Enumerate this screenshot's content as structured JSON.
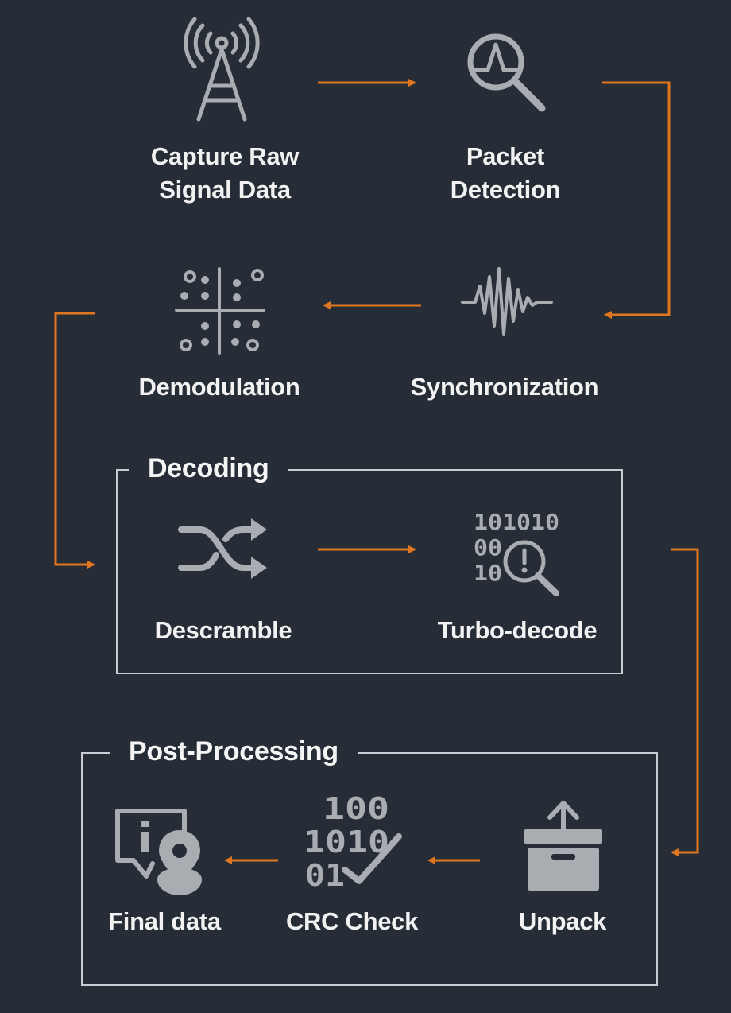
{
  "colors": {
    "background": "#262d36",
    "arrow": "#e0761f",
    "icon": "#a9acb0",
    "text": "#f2f2f2",
    "box": "#c9ccd0"
  },
  "steps": {
    "capture": {
      "line1": "Capture Raw",
      "line2": "Signal Data",
      "icon": "antenna-tower-icon"
    },
    "detection": {
      "line1": "Packet",
      "line2": "Detection",
      "icon": "magnifier-peak-icon"
    },
    "synchronization": {
      "label": "Synchronization",
      "icon": "waveform-icon"
    },
    "demodulation": {
      "label": "Demodulation",
      "icon": "constellation-icon"
    },
    "descramble": {
      "label": "Descramble",
      "icon": "shuffle-icon"
    },
    "turbo_decode": {
      "label": "Turbo-decode",
      "icon": "binary-inspect-icon"
    },
    "unpack": {
      "label": "Unpack",
      "icon": "unpack-box-icon"
    },
    "crc_check": {
      "label": "CRC Check",
      "icon": "binary-check-icon"
    },
    "final_data": {
      "label": "Final data",
      "icon": "info-location-icon"
    }
  },
  "groups": {
    "decoding": {
      "title": "Decoding"
    },
    "post_processing": {
      "title": "Post-Processing"
    }
  },
  "icon_glyphs": {
    "turbo_row1": "101010",
    "turbo_row2": "00",
    "turbo_row3": "10",
    "crc_row1": "100",
    "crc_row2": "1010",
    "crc_row3": "01"
  }
}
